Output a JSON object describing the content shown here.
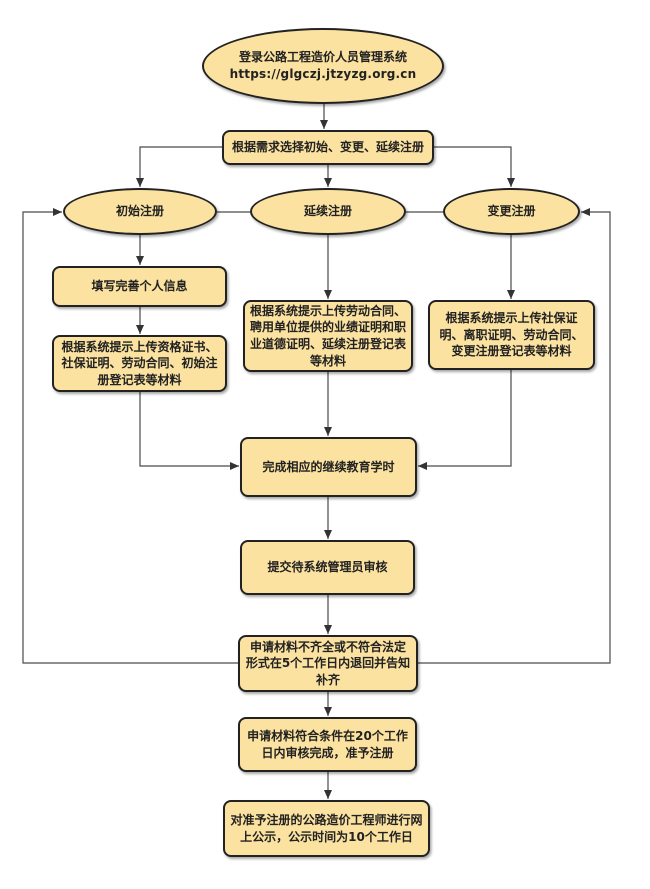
{
  "colors": {
    "node_fill": "#fbe2a0",
    "node_border": "#222222",
    "connector_line": "#4a4a4a",
    "text": "#222222",
    "background": "#ffffff"
  },
  "flowchart": {
    "start_title": "登录公路工程造价人员管理系统",
    "start_url": "https://glgczj.jtzyzg.org.cn",
    "choose": "根据需求选择初始、变更、延续注册",
    "initial_reg": "初始注册",
    "renewal_reg": "延续注册",
    "change_reg": "变更注册",
    "fill_info": "填写完善个人信息",
    "initial_materials": "根据系统提示上传资格证书、社保证明、劳动合同、初始注册登记表等材料",
    "renewal_materials": "根据系统提示上传劳动合同、聘用单位提供的业绩证明和职业道德证明、延续注册登记表等材料",
    "change_materials": "根据系统提示上传社保证明、离职证明、劳动合同、变更注册登记表等材料",
    "education": "完成相应的继续教育学时",
    "submit": "提交待系统管理员审核",
    "incomplete": "申请材料不齐全或不符合法定形式在5个工作日内退回并告知补齐",
    "approved": "申请材料符合条件在20个工作日内审核完成，准予注册",
    "publicity": "对准予注册的公路造价工程师进行网上公示，公示时间为10个工作日"
  }
}
